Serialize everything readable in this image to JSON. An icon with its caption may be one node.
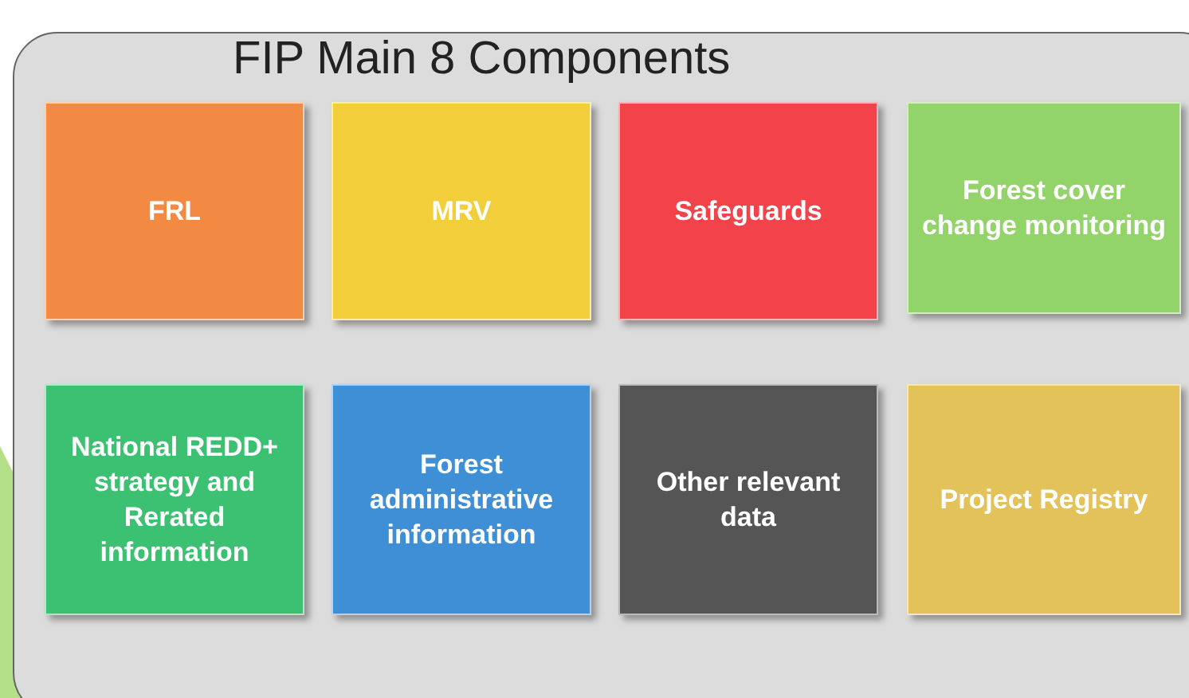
{
  "diagram": {
    "nodes": [
      {
        "text": [
          "FIP Main 8 Components"
        ]
      },
      {
        "text": [
          "FRL"
        ],
        "in": 0
      },
      {
        "text": [
          "MRV"
        ],
        "in": 0
      },
      {
        "text": [
          "Safeguards"
        ],
        "in": 0
      },
      {
        "text": [
          "Forest cover change monitoring"
        ],
        "in": 0
      },
      {
        "text": [
          "National REDD+ strategy and Rerated information"
        ],
        "in": 0
      },
      {
        "text": [
          "Forest administrative information"
        ],
        "in": 0
      },
      {
        "text": [
          "Other relevant data"
        ],
        "in": 0
      },
      {
        "text": [
          "Project Registry"
        ],
        "in": 0
      }
    ]
  }
}
